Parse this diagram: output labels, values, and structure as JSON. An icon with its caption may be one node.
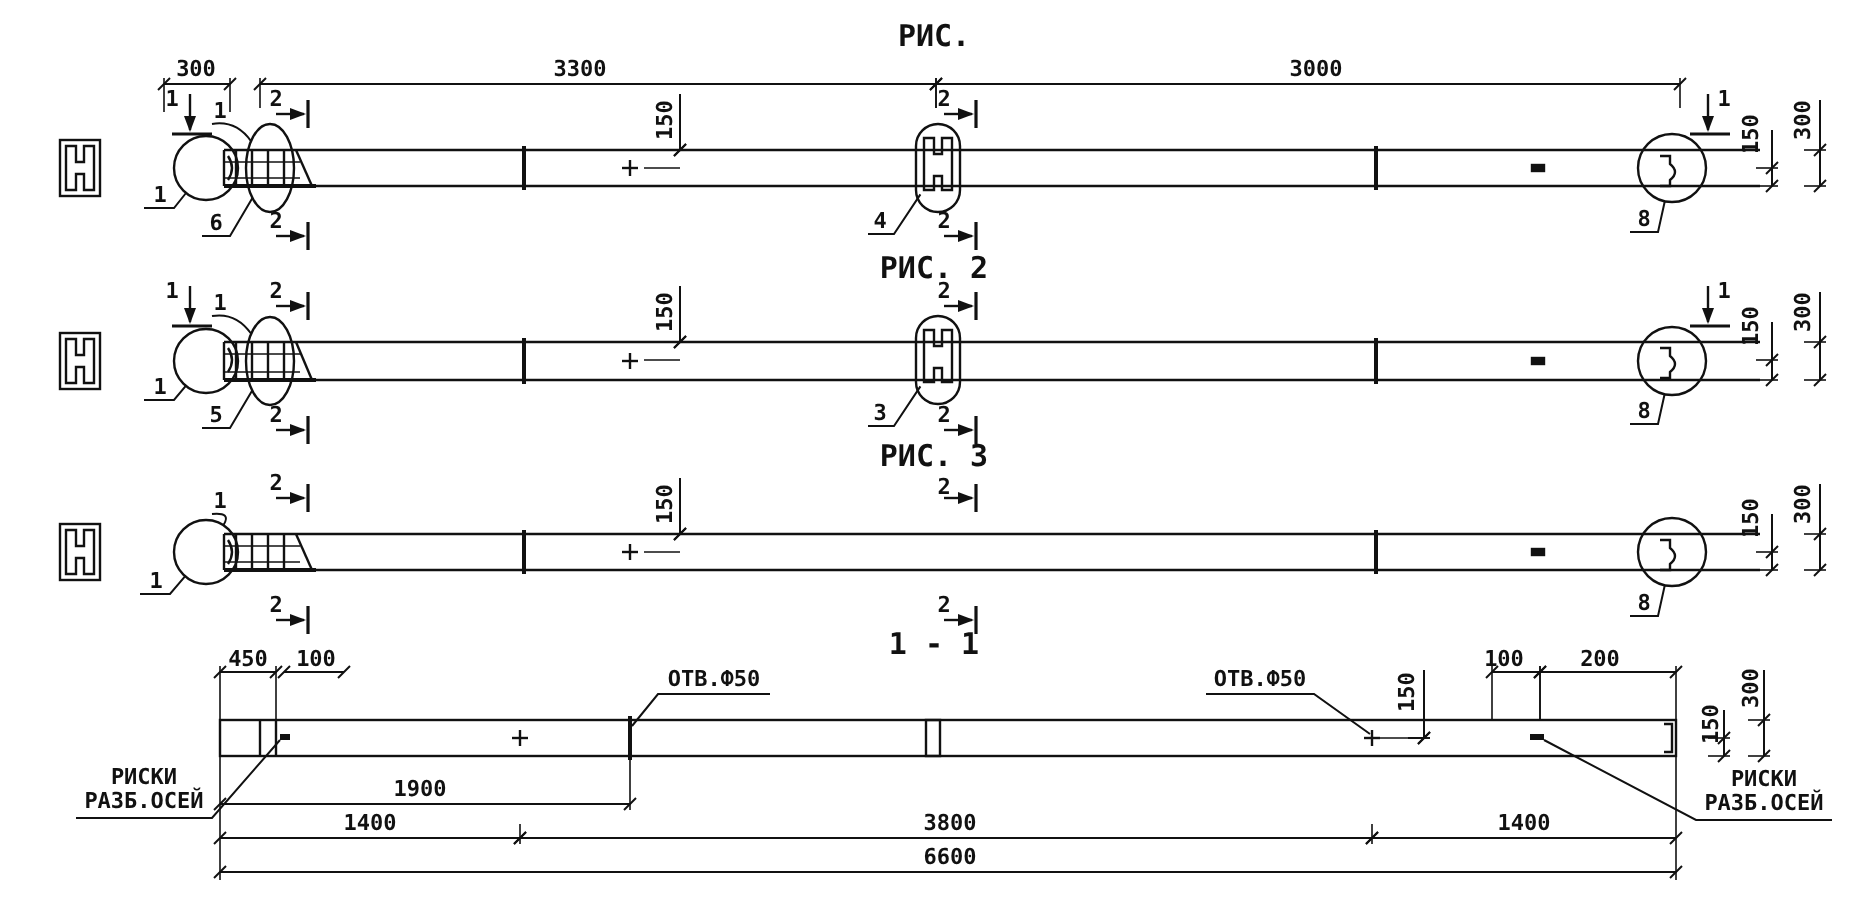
{
  "diagram": {
    "nodes": [
      {
        "text": [
          "1"
        ]
      },
      {
        "text": [
          "1"
        ]
      },
      {
        "text": [
          "6"
        ]
      },
      {
        "text": [
          "4"
        ]
      },
      {
        "text": [
          "8"
        ]
      },
      {
        "text": [
          "1"
        ]
      },
      {
        "text": [
          "1"
        ]
      },
      {
        "text": [
          "5"
        ]
      },
      {
        "text": [
          "3"
        ]
      },
      {
        "text": [
          "8"
        ]
      },
      {
        "text": [
          "1"
        ]
      },
      {
        "text": [
          "1"
        ]
      },
      {
        "text": [
          "8"
        ]
      },
      {
        "text": [
          "ОТВ.Ф50"
        ]
      },
      {
        "text": [
          "ОТВ.Ф50"
        ]
      },
      {
        "text": [
          "РИСКИ РАЗБ.ОСЕЙ"
        ]
      },
      {
        "text": [
          "РИСКИ РАЗБ.ОСЕЙ"
        ]
      },
      {
        "text": [],
        "shape": "circle"
      },
      {
        "text": [],
        "shape": "ellipse"
      },
      {
        "text": [],
        "shape": "oval"
      },
      {
        "text": [],
        "shape": "circle"
      },
      {
        "text": [],
        "shape": "circle"
      },
      {
        "text": [],
        "shape": "ellipse"
      },
      {
        "text": [],
        "shape": "oval"
      },
      {
        "text": [],
        "shape": "circle"
      },
      {
        "text": [],
        "shape": "circle"
      },
      {
        "text": [],
        "shape": "circle"
      },
      {
        "text": [],
        "shape": "bar"
      },
      {
        "text": [],
        "shape": "bar"
      }
    ],
    "edges": [
      {
        "from": 0,
        "to": 17,
        "arrow": "none"
      },
      {
        "from": 1,
        "to": 18,
        "arrow": "none"
      },
      {
        "from": 2,
        "to": 18,
        "arrow": "none"
      },
      {
        "from": 3,
        "to": 19,
        "arrow": "none"
      },
      {
        "from": 4,
        "to": 20,
        "arrow": "none"
      },
      {
        "from": 5,
        "to": 22,
        "arrow": "none"
      },
      {
        "from": 6,
        "to": 21,
        "arrow": "none"
      },
      {
        "from": 7,
        "to": 22,
        "arrow": "none"
      },
      {
        "from": 8,
        "to": 23,
        "arrow": "none"
      },
      {
        "from": 9,
        "to": 24,
        "arrow": "none"
      },
      {
        "from": 10,
        "to": 25,
        "arrow": "none"
      },
      {
        "from": 11,
        "to": 25,
        "arrow": "none"
      },
      {
        "from": 12,
        "to": 26,
        "arrow": "none"
      },
      {
        "from": 13,
        "to": null,
        "arrow": "none"
      },
      {
        "from": 14,
        "to": null,
        "arrow": "none"
      },
      {
        "from": 15,
        "to": 27,
        "arrow": "none"
      },
      {
        "from": 16,
        "to": 28,
        "arrow": "none"
      }
    ],
    "labels": [
      "РИС.",
      "300",
      "3300",
      "3000",
      "1",
      "2",
      "2",
      "150",
      "2",
      "2",
      "1",
      "150",
      "300",
      "РИС. 2",
      "1",
      "2",
      "2",
      "150",
      "2",
      "2",
      "1",
      "150",
      "300",
      "РИС. 3",
      "2",
      "2",
      "150",
      "2",
      "2",
      "150",
      "300",
      "450",
      "100",
      "1 - 1",
      "100",
      "200",
      "150",
      "150",
      "300",
      "1900",
      "1400",
      "3800",
      "1400",
      "6600"
    ]
  }
}
